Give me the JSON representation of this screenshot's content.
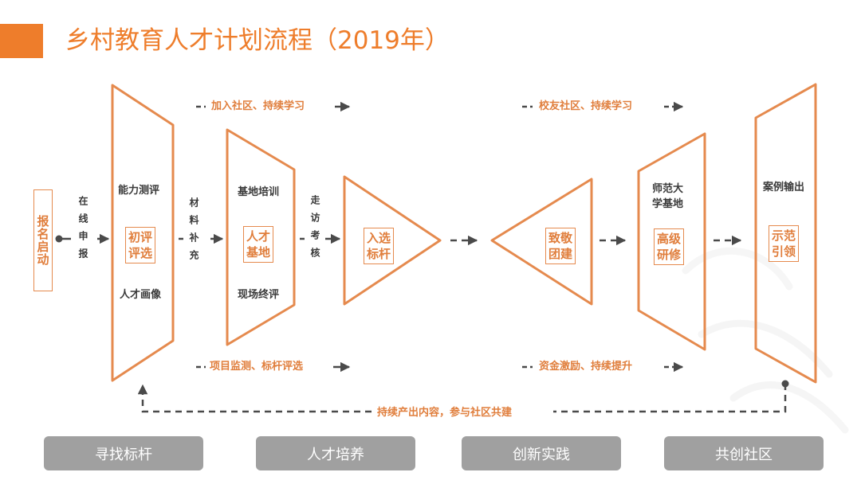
{
  "title": "乡村教育人才计划流程（2019年）",
  "start_label": "报名启动",
  "online_apply": "在线申报",
  "materials_supplement": "材料补充",
  "visit_assess": "走访考核",
  "stages": {
    "initial": {
      "top": "能力测评",
      "center": [
        "初评",
        "评选"
      ],
      "bottom": "人才画像"
    },
    "base": {
      "top": "基地培训",
      "center": [
        "人才",
        "基地"
      ],
      "bottom": "现场终评"
    },
    "select": {
      "center": [
        "入选",
        "标杆"
      ]
    },
    "team": {
      "center": [
        "致敬",
        "团建"
      ]
    },
    "advanced": {
      "top": [
        "师范大",
        "学基地"
      ],
      "center": [
        "高级",
        "研修"
      ]
    },
    "demo": {
      "top": "案例输出",
      "center": [
        "示范",
        "引领"
      ]
    }
  },
  "flows": {
    "top_left": "加入社区、持续学习",
    "bottom_left": "项目监测、标杆评选",
    "top_right": "校友社区、持续学习",
    "bottom_right": "资金激励、持续提升"
  },
  "feedback": "持续产出内容，参与社区共建",
  "phases": [
    "寻找标杆",
    "人才培养",
    "创新实践",
    "共创社区"
  ],
  "colors": {
    "accent": "#EE7D2B",
    "stroke": "#E58A4E",
    "text_orange": "#E07E3C",
    "dashed": "#4A4A4A",
    "pill": "#A0A0A0"
  }
}
